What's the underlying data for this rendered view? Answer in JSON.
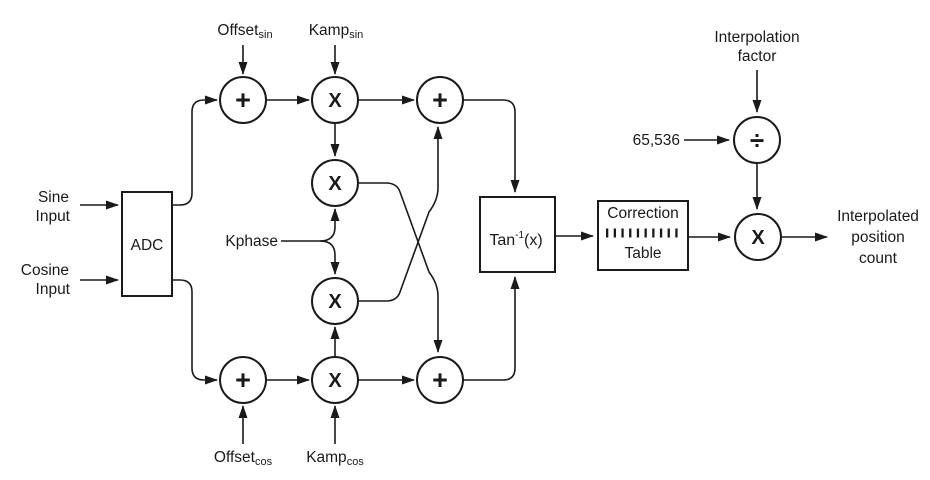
{
  "colors": {
    "ink": "#1a1a1a",
    "background": "#ffffff"
  },
  "inputs": {
    "sine": {
      "line1": "Sine",
      "line2": "Input"
    },
    "cosine": {
      "line1": "Cosine",
      "line2": "Input"
    }
  },
  "blocks": {
    "adc": "ADC",
    "arctan": {
      "base": "Tan",
      "superscript": "-1",
      "argument": "(x)"
    },
    "correction_table": {
      "line1": "Correction",
      "line2": "Table"
    }
  },
  "params": {
    "offset_sin": {
      "main": "Offset",
      "sub": "sin"
    },
    "kamp_sin": {
      "main": "Kamp",
      "sub": "sin"
    },
    "offset_cos": {
      "main": "Offset",
      "sub": "cos"
    },
    "kamp_cos": {
      "main": "Kamp",
      "sub": "cos"
    },
    "kphase": "Kphase"
  },
  "operators": {
    "add": "+",
    "multiply": "X",
    "divide": "÷"
  },
  "scaler": {
    "numerator": "65,536",
    "factor": {
      "line1": "Interpolation",
      "line2": "factor"
    }
  },
  "output": {
    "line1": "Interpolated",
    "line2": "position",
    "line3": "count"
  }
}
